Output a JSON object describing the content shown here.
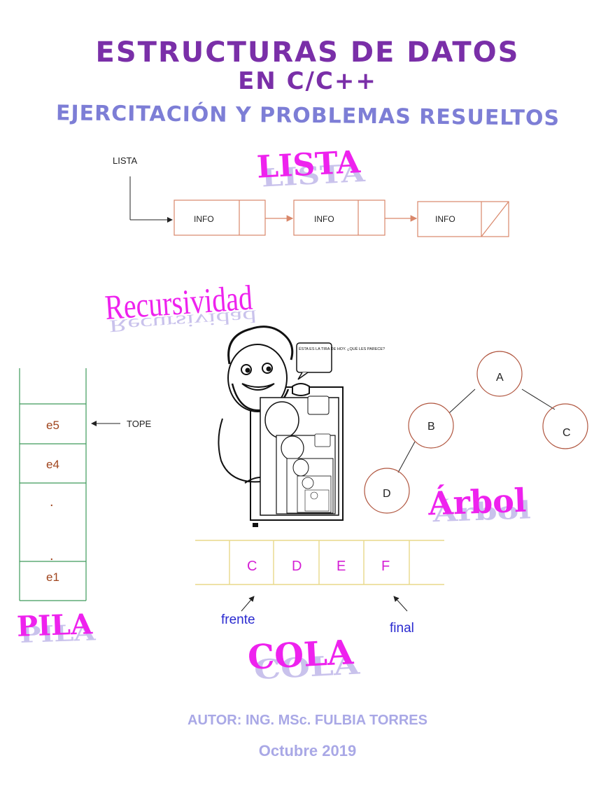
{
  "title": {
    "line1": "ESTRUCTURAS DE DATOS",
    "line2": "EN C/C++"
  },
  "subtitle": "EJERCITACIÓN Y PROBLEMAS RESUELTOS",
  "lista": {
    "label": "LISTA",
    "heading": "LISTA",
    "nodes": [
      "INFO",
      "INFO",
      "INFO"
    ]
  },
  "recursividad": {
    "heading": "Recursividad",
    "bubble": "ÉSTA ES LA TIRA DE HOY. ¿QUÉ LES PARECE?"
  },
  "pila": {
    "heading": "PILA",
    "cells": [
      "e5",
      "e4",
      ".",
      ".",
      "e1"
    ],
    "pointer_label": "TOPE"
  },
  "arbol": {
    "heading": "Árbol",
    "nodes": [
      "A",
      "B",
      "C",
      "D"
    ]
  },
  "cola": {
    "heading": "COLA",
    "cells": [
      "C",
      "D",
      "E",
      "F"
    ],
    "front_label": "frente",
    "rear_label": "final"
  },
  "author": "AUTOR: ING. MSc. FULBIA TORRES",
  "date": "Octubre 2019",
  "colors": {
    "title": "#7a2fa8",
    "subtitle": "#7d7ed6",
    "wordart": "#ee22ee",
    "list_box": "#d9876a",
    "stack": "#3e9a5a",
    "tree": "#b0553e",
    "queue_line": "#e8d98a",
    "queue_text": "#d41fd4",
    "cola_label": "#2a2ad0",
    "footer": "#a9a8e6"
  }
}
